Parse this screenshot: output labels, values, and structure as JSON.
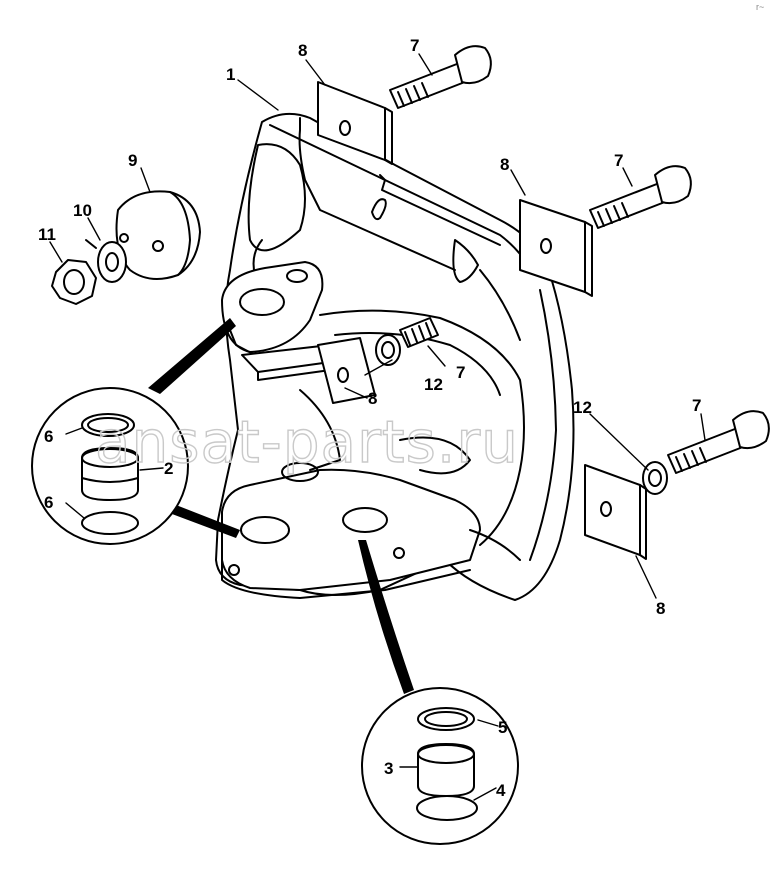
{
  "diagram": {
    "callouts": [
      {
        "id": "c1",
        "text": "1"
      },
      {
        "id": "c2",
        "text": "2"
      },
      {
        "id": "c3",
        "text": "3"
      },
      {
        "id": "c4",
        "text": "4"
      },
      {
        "id": "c5",
        "text": "5"
      },
      {
        "id": "c6a",
        "text": "6"
      },
      {
        "id": "c6b",
        "text": "6"
      },
      {
        "id": "c7a",
        "text": "7"
      },
      {
        "id": "c7b",
        "text": "7"
      },
      {
        "id": "c7c",
        "text": "7"
      },
      {
        "id": "c7d",
        "text": "7"
      },
      {
        "id": "c8a",
        "text": "8"
      },
      {
        "id": "c8b",
        "text": "8"
      },
      {
        "id": "c8c",
        "text": "8"
      },
      {
        "id": "c8d",
        "text": "8"
      },
      {
        "id": "c9",
        "text": "9"
      },
      {
        "id": "c10",
        "text": "10"
      },
      {
        "id": "c11",
        "text": "11"
      },
      {
        "id": "c12a",
        "text": "12"
      },
      {
        "id": "c12b",
        "text": "12"
      }
    ],
    "watermark": "ansat-parts.ru",
    "corner_mark": "r~"
  }
}
